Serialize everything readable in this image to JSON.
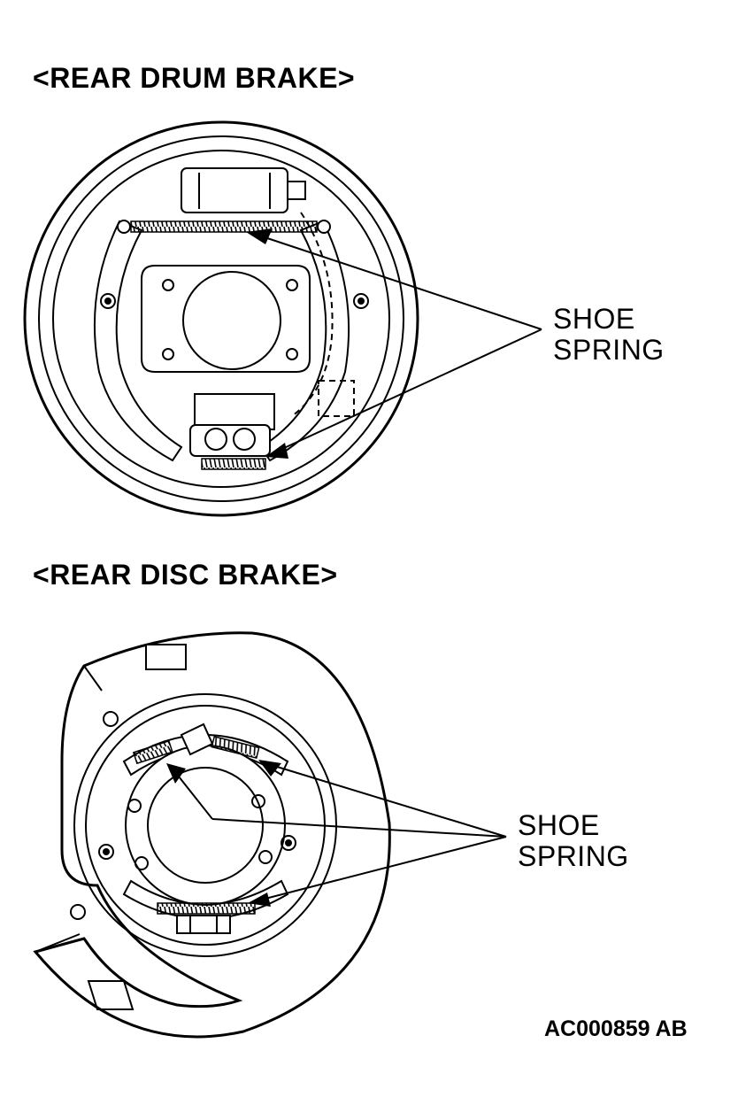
{
  "drum_section": {
    "title": "<REAR DRUM BRAKE>",
    "callout": {
      "line1": "SHOE",
      "line2": "SPRING"
    }
  },
  "disc_section": {
    "title": "<REAR DISC BRAKE>",
    "callout": {
      "line1": "SHOE",
      "line2": "SPRING"
    }
  },
  "figure_code": {
    "main": "AC000859",
    "suffix": "AB"
  },
  "colors": {
    "ink": "#000000",
    "paper": "#ffffff"
  }
}
